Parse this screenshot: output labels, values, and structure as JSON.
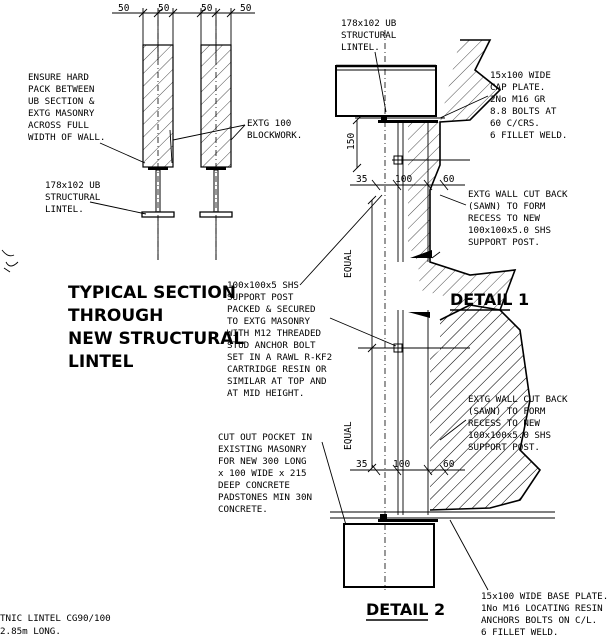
{
  "section": {
    "title_lines": [
      "TYPICAL SECTION",
      "THROUGH",
      "NEW STRUCTURAL",
      "LINTEL"
    ],
    "dims_top": [
      "50",
      "50",
      "50",
      "50"
    ],
    "note_hard_pack": [
      "ENSURE HARD",
      "PACK BETWEEN",
      "UB SECTION &",
      "EXTG MASONRY",
      "ACROSS FULL",
      "WIDTH OF WALL."
    ],
    "note_blockwork": [
      "EXTG 100",
      "BLOCKWORK."
    ],
    "note_ub_lintel": [
      "178x102 UB",
      "STRUCTURAL",
      "LINTEL."
    ]
  },
  "detail1": {
    "label": "DETAIL 1",
    "note_ub": [
      "178x102 UB",
      "STRUCTURAL",
      "LINTEL."
    ],
    "note_cap": [
      "15x100 WIDE",
      "CAP PLATE.",
      "2No M16 GR",
      "8.8 BOLTS AT",
      "60 C/CRS.",
      "6 FILLET WELD."
    ],
    "note_wall": [
      "EXTG WALL CUT BACK",
      "(SAWN) TO FORM",
      "RECESS TO NEW",
      "100x100x5.0 SHS",
      "SUPPORT POST."
    ],
    "dim_150": "150",
    "dims_row": [
      "35",
      "100",
      "60"
    ]
  },
  "detail2": {
    "label": "DETAIL 2",
    "note_wall": [
      "EXTG WALL CUT BACK",
      "(SAWN) TO FORM",
      "RECESS TO NEW",
      "100x100x5.0 SHS",
      "SUPPORT POST."
    ],
    "dims_row": [
      "35",
      "100",
      "60"
    ],
    "note_base": [
      "15x100 WIDE BASE PLATE.",
      "1No M16 LOCATING RESIN",
      "ANCHORS BOLTS ON C/L.",
      "6 FILLET WELD."
    ]
  },
  "post": {
    "note_post": [
      "100x100x5 SHS",
      "SUPPORT POST",
      "PACKED & SECURED",
      "TO EXTG MASONRY",
      "WITH M12 THREADED",
      "STUD ANCHOR BOLT",
      "SET IN A RAWL R-KF2",
      "CARTRIDGE RESIN OR",
      "SIMILAR AT TOP AND",
      "AT MID HEIGHT."
    ],
    "note_pocket": [
      "CUT OUT POCKET IN",
      "EXISTING MASONRY",
      "FOR NEW 300 LONG",
      "x 100 WIDE x 215",
      "DEEP CONCRETE",
      "PADSTONES MIN 30N",
      "CONCRETE."
    ],
    "equal_label": "EQUAL"
  },
  "bottom_left": {
    "lines": [
      "TNIC LINTEL CG90/100",
      "2.85m LONG."
    ]
  }
}
